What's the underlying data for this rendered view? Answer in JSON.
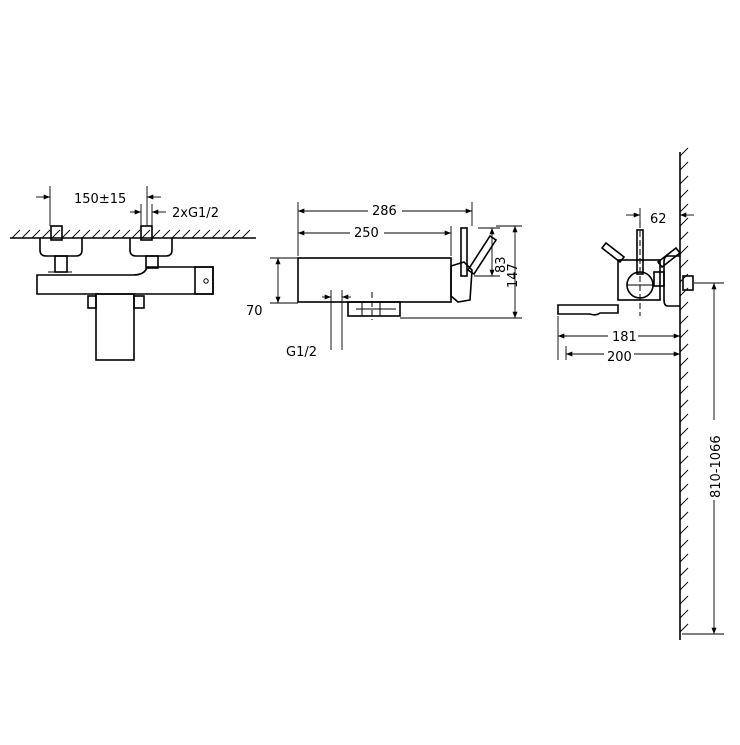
{
  "front_view": {
    "spacing_label": "150±15",
    "connection_label": "2xG1/2"
  },
  "side_view": {
    "overall_length_label": "286",
    "body_length_label": "250",
    "axis_height_label": "70",
    "lever_height_label": "83",
    "total_height_label": "147",
    "outlet_thread_label": "G1/2"
  },
  "profile_view": {
    "wall_offset_label": "62",
    "spout_reach_label": "181",
    "total_reach_label": "200",
    "mounting_height_label": "810-1066"
  }
}
